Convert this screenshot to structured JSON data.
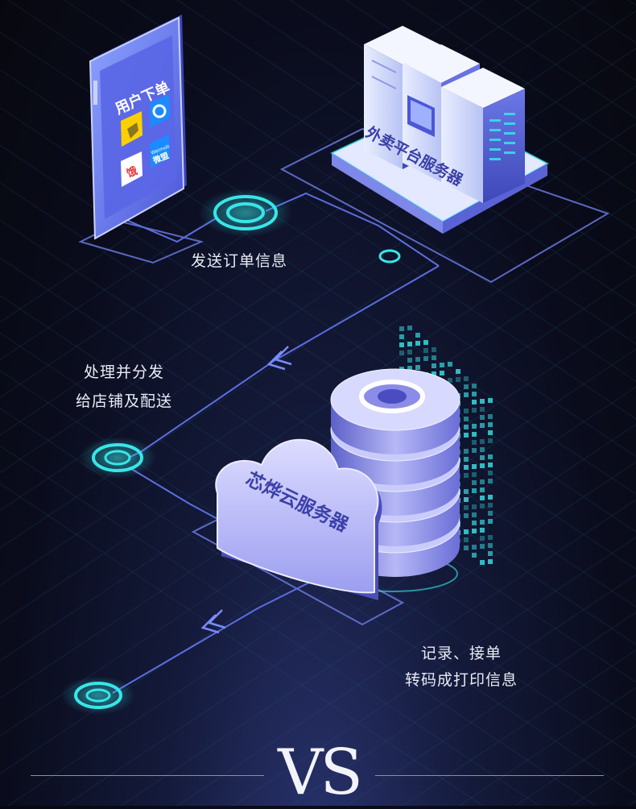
{
  "phone": {
    "title": "用户下单",
    "apps": [
      {
        "icon": "meituan-icon",
        "label": ""
      },
      {
        "icon": "eleme-icon",
        "label": ""
      },
      {
        "icon": "ele-star-icon",
        "label": "饿"
      },
      {
        "icon": "weimob-icon",
        "label": "微盟",
        "sublabel": "Weimob"
      }
    ]
  },
  "platform_server": {
    "label": "外卖平台服务器"
  },
  "cloud_server": {
    "label": "芯烨云服务器"
  },
  "step1": {
    "label": "发送订单信息"
  },
  "step2": {
    "line1": "处理并分发",
    "line2": "给店铺及配送"
  },
  "step3": {
    "line1": "记录、接单",
    "line2": "转码成打印信息"
  },
  "vs": {
    "text": "VS"
  },
  "colors": {
    "line": "#5b6ee0",
    "cyan": "#37e6e8",
    "accent": "#7a78e8"
  }
}
